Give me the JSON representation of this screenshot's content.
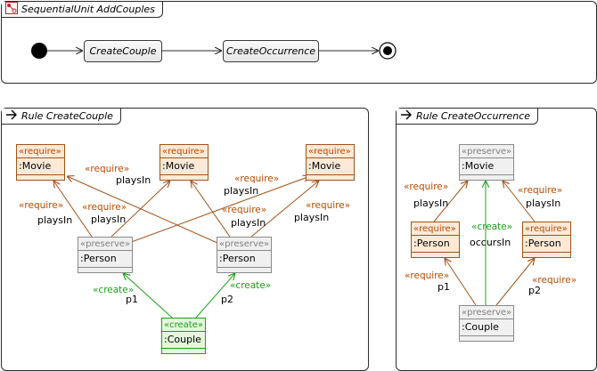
{
  "sequential_unit": {
    "title": "SequentialUnit AddCouples",
    "actions": [
      "CreateCouple",
      "CreateOccurrence"
    ]
  },
  "rule_create_couple": {
    "title": "Rule CreateCouple",
    "nodes": {
      "movie1": {
        "stereotype": "«require»",
        "name": ":Movie"
      },
      "movie2": {
        "stereotype": "«require»",
        "name": ":Movie"
      },
      "movie3": {
        "stereotype": "«require»",
        "name": ":Movie"
      },
      "person1": {
        "stereotype": "«preserve»",
        "name": ":Person"
      },
      "person2": {
        "stereotype": "«preserve»",
        "name": ":Person"
      },
      "couple": {
        "stereotype": "«create»",
        "name": ":Couple"
      }
    },
    "labels": {
      "e1_stereo": "«require»",
      "e1_name": "playsIn",
      "e2_stereo": "«require»",
      "e2_name": "playsIn",
      "e3_stereo": "«require»",
      "e3_name": "playsIn",
      "e4_stereo": "«require»",
      "e4_name": "playsIn",
      "e5_stereo": "«require»",
      "e5_name": "playsIn",
      "e6_stereo": "«require»",
      "e6_name": "playsIn",
      "p1_stereo": "«create»",
      "p1_name": "p1",
      "p2_stereo": "«create»",
      "p2_name": "p2"
    }
  },
  "rule_create_occurrence": {
    "title": "Rule CreateOccurrence",
    "nodes": {
      "movie": {
        "stereotype": "«preserve»",
        "name": ":Movie"
      },
      "person1": {
        "stereotype": "«require»",
        "name": ":Person"
      },
      "person2": {
        "stereotype": "«require»",
        "name": ":Person"
      },
      "couple": {
        "stereotype": "«preserve»",
        "name": ":Couple"
      }
    },
    "labels": {
      "e1_stereo": "«require»",
      "e1_name": "playsIn",
      "e2_stereo": "«require»",
      "e2_name": "playsIn",
      "occ_stereo": "«create»",
      "occ_name": "occursIn",
      "p1_stereo": "«require»",
      "p1_name": "p1",
      "p2_stereo": "«require»",
      "p2_name": "p2"
    }
  },
  "colors": {
    "require": "#a0531a",
    "preserve": "#8a8a8a",
    "create": "#1aa01a",
    "frame": "#2b2b2b"
  }
}
